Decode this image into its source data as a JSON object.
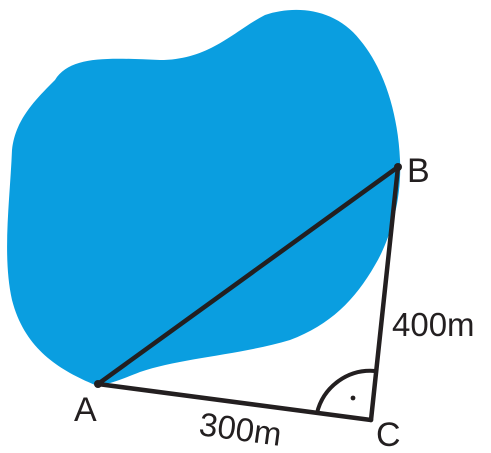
{
  "colors": {
    "lake": "#0a9ee0",
    "line": "#231f20",
    "background": "#ffffff"
  },
  "points": {
    "a": "A",
    "b": "B",
    "c": "C"
  },
  "lengths": {
    "ac": "300m",
    "bc": "400m"
  }
}
